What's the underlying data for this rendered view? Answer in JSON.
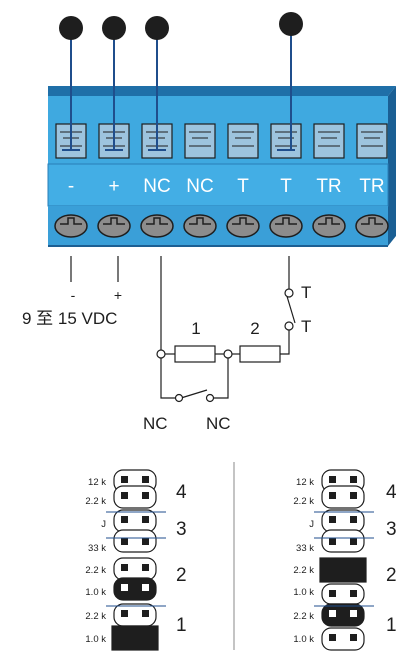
{
  "terminal_block": {
    "labels": [
      "-",
      "+",
      "NC",
      "NC",
      "T",
      "T",
      "TR",
      "TR"
    ],
    "colors": {
      "body": "#3fa9e0",
      "face": "#58b8e8",
      "wire": "#1f4e8c",
      "screw": "#8c8c8c"
    },
    "wired_terminals": [
      0,
      1,
      2,
      5
    ]
  },
  "power_label": "9 至 15 VDC",
  "power_minus": "-",
  "power_plus": "+",
  "loop": {
    "resistor1_label": "1",
    "resistor2_label": "2",
    "tamper_label_top": "T",
    "tamper_label_bottom": "T",
    "nc_left": "NC",
    "nc_right": "NC"
  },
  "jumper_panels": [
    {
      "left_labels": [
        "12 k",
        "2.2 k",
        "J",
        "33 k",
        "2.2 k",
        "1.0 k",
        "2.2 k",
        "1.0 k"
      ],
      "right_labels": [
        "4",
        "3",
        "2",
        "1"
      ],
      "filled_positions": [
        5,
        7
      ]
    },
    {
      "left_labels": [
        "12 k",
        "2.2 k",
        "J",
        "33 k",
        "2.2 k",
        "1.0 k",
        "2.2 k",
        "1.0 k"
      ],
      "right_labels": [
        "4",
        "3",
        "2",
        "1"
      ],
      "filled_positions": [
        4,
        6
      ]
    }
  ]
}
